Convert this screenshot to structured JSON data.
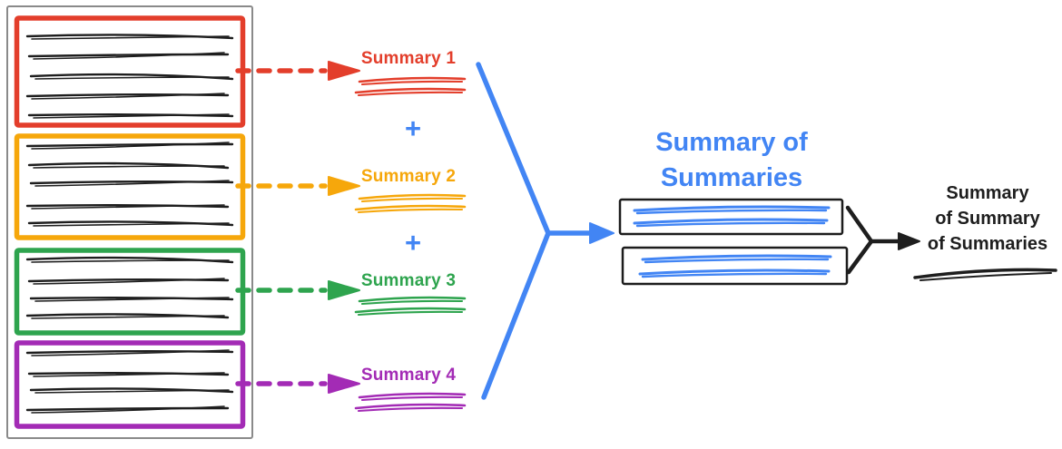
{
  "colors": {
    "red": "#E33E2B",
    "yellow": "#F6A70B",
    "green": "#2EA44E",
    "purple": "#A32BB5",
    "blue": "#4285F4",
    "ink": "#1E1E1E",
    "box_border": "#1C1C1C",
    "panel_border": "#8A8A8A"
  },
  "documents": [
    {
      "name": "document-1",
      "color": "#E33E2B",
      "text_lines": 5
    },
    {
      "name": "document-2",
      "color": "#F6A70B",
      "text_lines": 5
    },
    {
      "name": "document-3",
      "color": "#2EA44E",
      "text_lines": 4
    },
    {
      "name": "document-4",
      "color": "#A32BB5",
      "text_lines": 4
    }
  ],
  "summaries": [
    {
      "label": "Summary 1",
      "color": "#E33E2B"
    },
    {
      "label": "Summary 2",
      "color": "#F6A70B"
    },
    {
      "label": "Summary 3",
      "color": "#2EA44E"
    },
    {
      "label": "Summary 4",
      "color": "#A32BB5"
    }
  ],
  "plus": "+",
  "intermediate": {
    "title": "Summary of Summaries",
    "title_lines": [
      "Summary of",
      "Summaries"
    ],
    "boxes": 2
  },
  "final": {
    "text": "Summary of Summary of Summaries",
    "lines": [
      "Summary",
      "of Summary",
      "of Summaries"
    ]
  }
}
